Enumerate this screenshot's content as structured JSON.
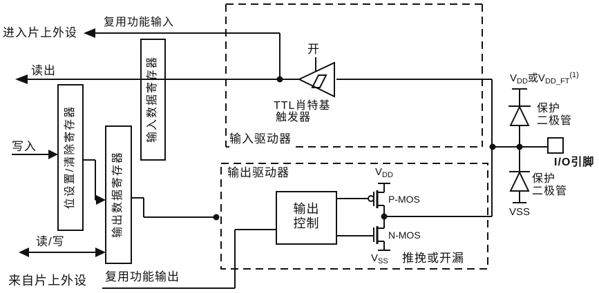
{
  "labels": {
    "to_onchip_peripheral": "进入片上外设",
    "af_input": "复用功能输入",
    "read": "读出",
    "write": "写入",
    "read_write": "读/写",
    "from_onchip_peripheral": "来自片上外设",
    "af_output": "复用功能输出",
    "on_switch": "开",
    "ttl_schmitt_line1": "TTL肖特基",
    "ttl_schmitt_line2": "触发器",
    "input_driver": "输入驱动器",
    "output_driver": "输出驱动器",
    "push_pull_open_drain": "推挽或开漏"
  },
  "registers": {
    "bit_set_reset": "位设置/清除寄存器",
    "output_data": "输出数据寄存器",
    "input_data": "输入数据寄存器"
  },
  "output_control": {
    "line1": "输出",
    "line2": "控制"
  },
  "transistors": {
    "pmos": "P-MOS",
    "nmos": "N-MOS",
    "vdd_v": "V",
    "vdd_sub": "DD",
    "vss_v": "V",
    "vss_sub": "SS"
  },
  "right_rail": {
    "v1": "V",
    "sub1": "DD",
    "or": "或",
    "v2": "V",
    "sub2": "DD_FT",
    "sup": "(1)",
    "protect_diode_line1": "保护",
    "protect_diode_line2": "二极管",
    "io_pin": "I/O引脚",
    "vss": "VSS"
  },
  "colors": {
    "line": "#111111",
    "background": "#ffffff"
  }
}
